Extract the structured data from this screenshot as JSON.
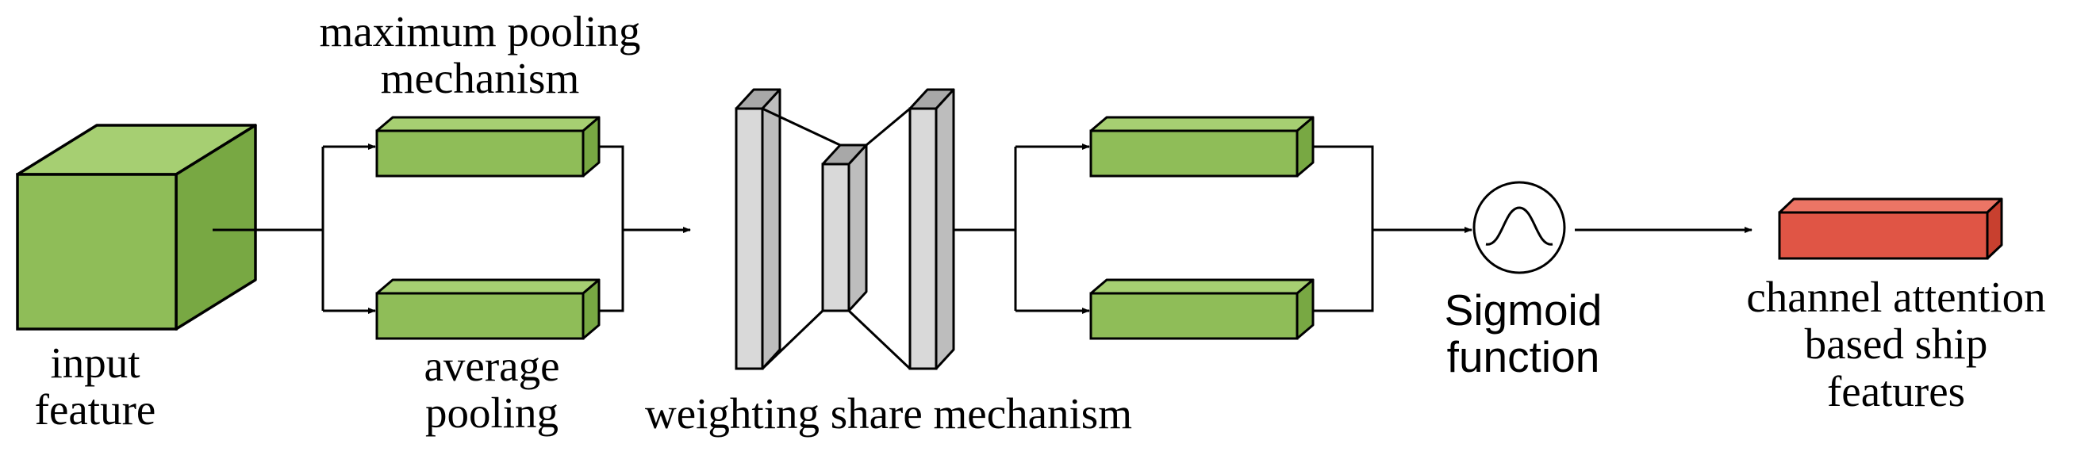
{
  "labels": {
    "input_feature": [
      "input",
      "feature"
    ],
    "max_pooling": [
      "maximum pooling",
      "mechanism"
    ],
    "avg_pooling": [
      "average",
      "pooling"
    ],
    "weight_share": "weighting share mechanism",
    "sigmoid": [
      "Sigmoid",
      "function"
    ],
    "output": [
      "channel attention",
      "based ship",
      "features"
    ]
  },
  "colors": {
    "green_front": "#8fbd58",
    "green_top": "#a6cf72",
    "green_side": "#78a843",
    "gray_front": "#d9d9d9",
    "gray_top": "#a8a8a8",
    "gray_side": "#bdbdbd",
    "red_front": "#e05545",
    "red_top": "#ec7565",
    "red_side": "#c8402f",
    "stroke": "#000000"
  }
}
